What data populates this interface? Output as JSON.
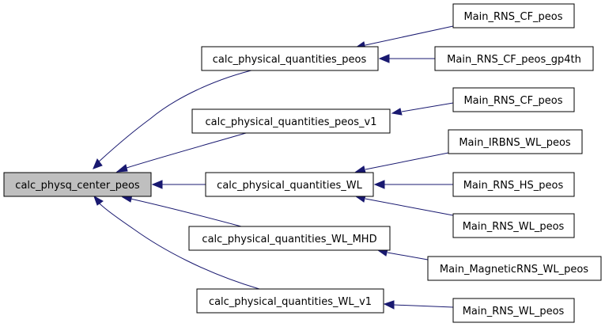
{
  "colors": {
    "root_fill": "#bfbfbf",
    "node_fill": "#ffffff",
    "edge": "#191970"
  },
  "graph": {
    "root": "calc_physq_center_peos",
    "middle": [
      "calc_physical_quantities_peos",
      "calc_physical_quantities_peos_v1",
      "calc_physical_quantities_WL",
      "calc_physical_quantities_WL_MHD",
      "calc_physical_quantities_WL_v1"
    ],
    "leaves": [
      "Main_RNS_CF_peos",
      "Main_RNS_CF_peos_gp4th",
      "Main_RNS_CF_peos",
      "Main_IRBNS_WL_peos",
      "Main_RNS_HS_peos",
      "Main_RNS_WL_peos",
      "Main_MagneticRNS_WL_peos",
      "Main_RNS_WL_peos"
    ]
  }
}
